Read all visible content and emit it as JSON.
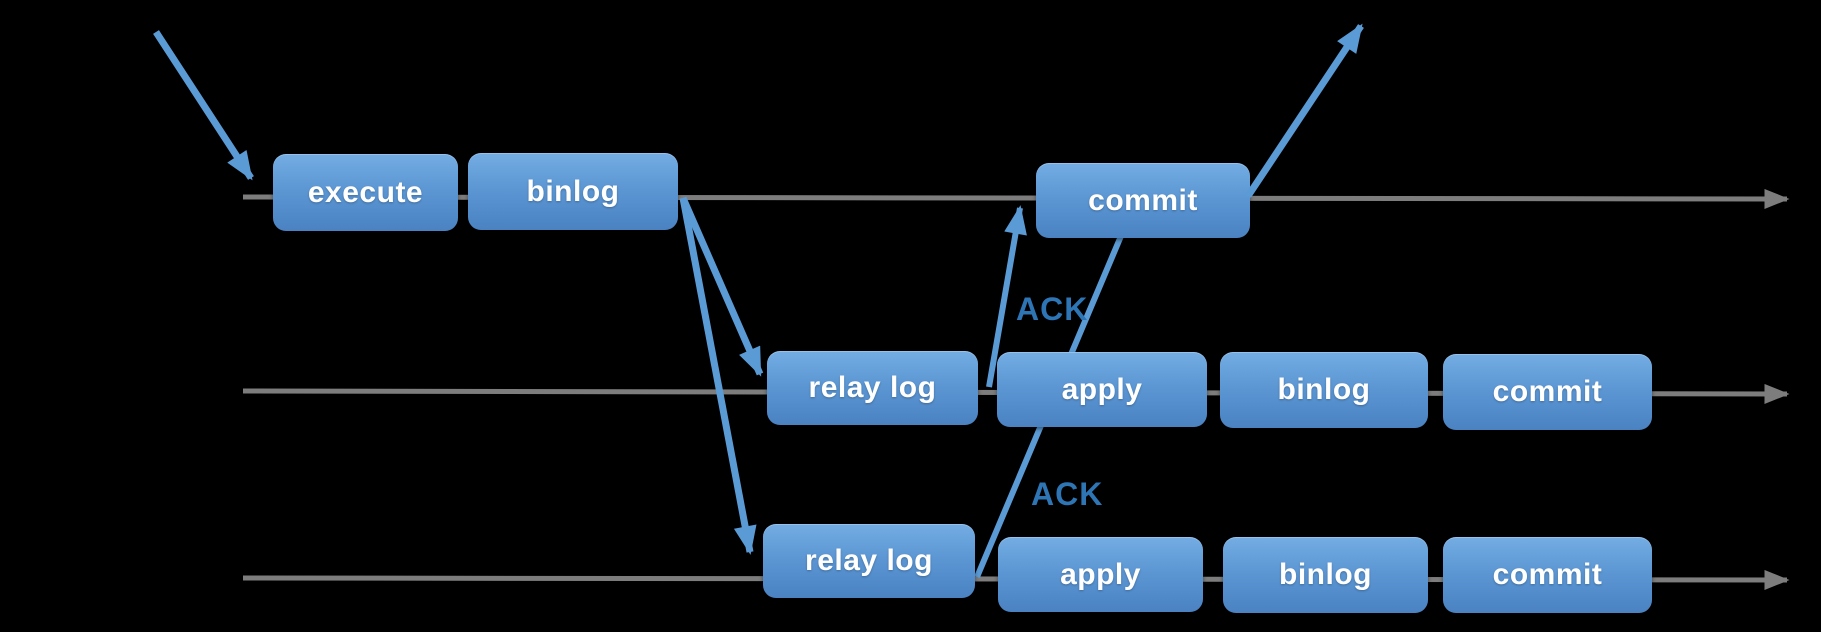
{
  "diagram": {
    "rows": [
      {
        "boxes": [
          {
            "label": "execute"
          },
          {
            "label": "binlog"
          },
          {
            "label": "commit"
          }
        ]
      },
      {
        "boxes": [
          {
            "label": "relay log"
          },
          {
            "label": "apply"
          },
          {
            "label": "binlog"
          },
          {
            "label": "commit"
          }
        ]
      },
      {
        "boxes": [
          {
            "label": "relay log"
          },
          {
            "label": "apply"
          },
          {
            "label": "binlog"
          },
          {
            "label": "commit"
          }
        ]
      }
    ],
    "ack": {
      "replica1": "ACK",
      "replica2": "ACK"
    }
  },
  "colors": {
    "bg": "#000000",
    "box_top": "#74ade3",
    "box_bottom": "#4a82c2",
    "timeline": "#7d7d7d",
    "arrow": "#5b9bd5",
    "ack_text": "#2e75b6",
    "box_text": "#ffffff"
  }
}
